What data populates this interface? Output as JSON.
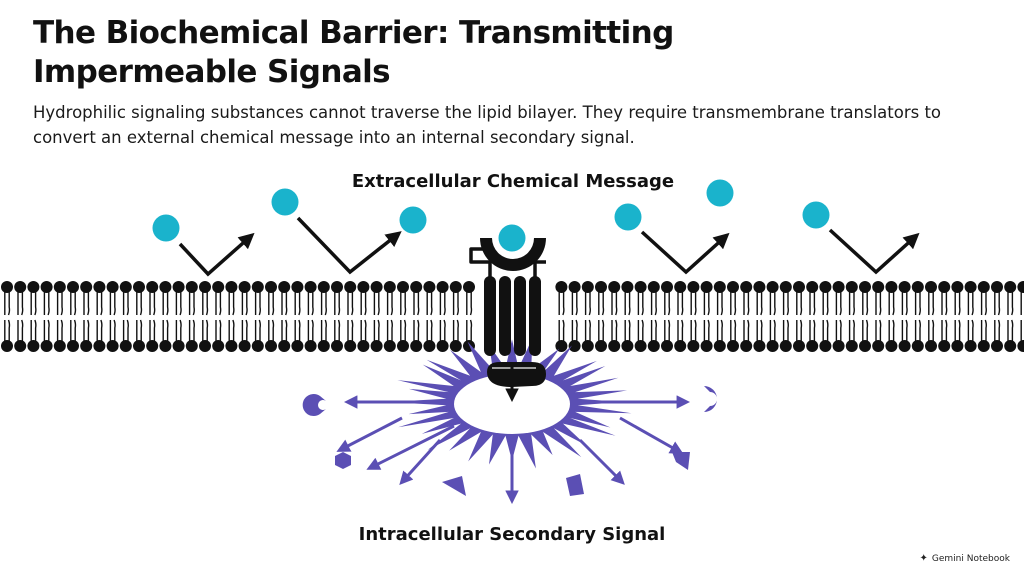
{
  "slide": {
    "title": "The Biochemical Barrier: Transmitting Impermeable Signals",
    "subtitle": "Hydrophilic signaling substances cannot traverse the lipid bilayer. They require transmembrane translators to convert an external chemical message into an internal secondary signal."
  },
  "diagram": {
    "extracellular_label": "Extracellular Chemical Message",
    "intracellular_label": "Intracellular Secondary Signal"
  },
  "colors": {
    "ligand": "#1ab3cc",
    "membrane": "#111111",
    "burst": "#5b4fb4",
    "text": "#111111"
  },
  "icons": {
    "ligand": "circle",
    "bounce_arrow": "v-arrow",
    "receptor": "transmembrane-receptor",
    "burst": "starburst"
  },
  "footer": {
    "brand": "Gemini Notebook"
  }
}
